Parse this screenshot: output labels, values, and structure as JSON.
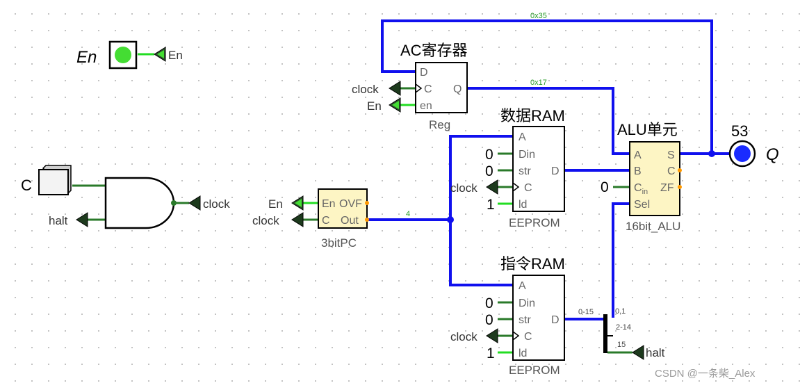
{
  "colors": {
    "bus": "#1010ee",
    "wire_low": "#2a7a2a",
    "wire_high": "#22dd22",
    "component_fill": "#fdf5c4",
    "port": "#ff9900",
    "led_on": "#44dd33",
    "probe_fill": "#1a2bff"
  },
  "en_block": {
    "label": "En",
    "tunnel": "En"
  },
  "clock_block": {
    "button_label": "C",
    "tunnel_in": "halt",
    "tunnel_out": "clock",
    "and_gate_icon": "and-gate-icon"
  },
  "pc": {
    "ports": [
      "En",
      "C",
      "OVF",
      "Out"
    ],
    "name": "3bitPC",
    "tunnel_en": "En",
    "tunnel_clock": "clock",
    "bus_width": "4"
  },
  "ac_register": {
    "title": "AC寄存器",
    "ports": [
      "D",
      "C",
      "Q",
      "en"
    ],
    "name": "Reg",
    "tunnel_clock": "clock",
    "tunnel_en": "En",
    "bus_q": "0x17",
    "bus_feedback": "0x35"
  },
  "data_ram": {
    "title": "数据RAM",
    "ports": [
      "A",
      "Din",
      "str",
      "C",
      "ld",
      "D"
    ],
    "name": "EEPROM",
    "const_din": "0",
    "const_str": "0",
    "const_ld": "1",
    "tunnel_clock": "clock"
  },
  "instr_ram": {
    "title": "指令RAM",
    "ports": [
      "A",
      "Din",
      "str",
      "C",
      "ld",
      "D"
    ],
    "name": "EEPROM",
    "const_din": "0",
    "const_str": "0",
    "const_ld": "1",
    "tunnel_clock": "clock"
  },
  "alu": {
    "title": "ALU单元",
    "ports_in": [
      "A",
      "B",
      "C",
      "Sel"
    ],
    "cin_sub": "in",
    "ports_out": [
      "S",
      "C",
      "ZF"
    ],
    "name": "16bit_ALU",
    "const_cin": "0"
  },
  "output_probe": {
    "value": "53",
    "label": "Q"
  },
  "splitter": {
    "in_label": "0-15",
    "out1": "0,1",
    "out2": "2-14",
    "out3": "15",
    "tunnel_halt": "halt"
  },
  "watermark": "CSDN @一条柴_Alex"
}
